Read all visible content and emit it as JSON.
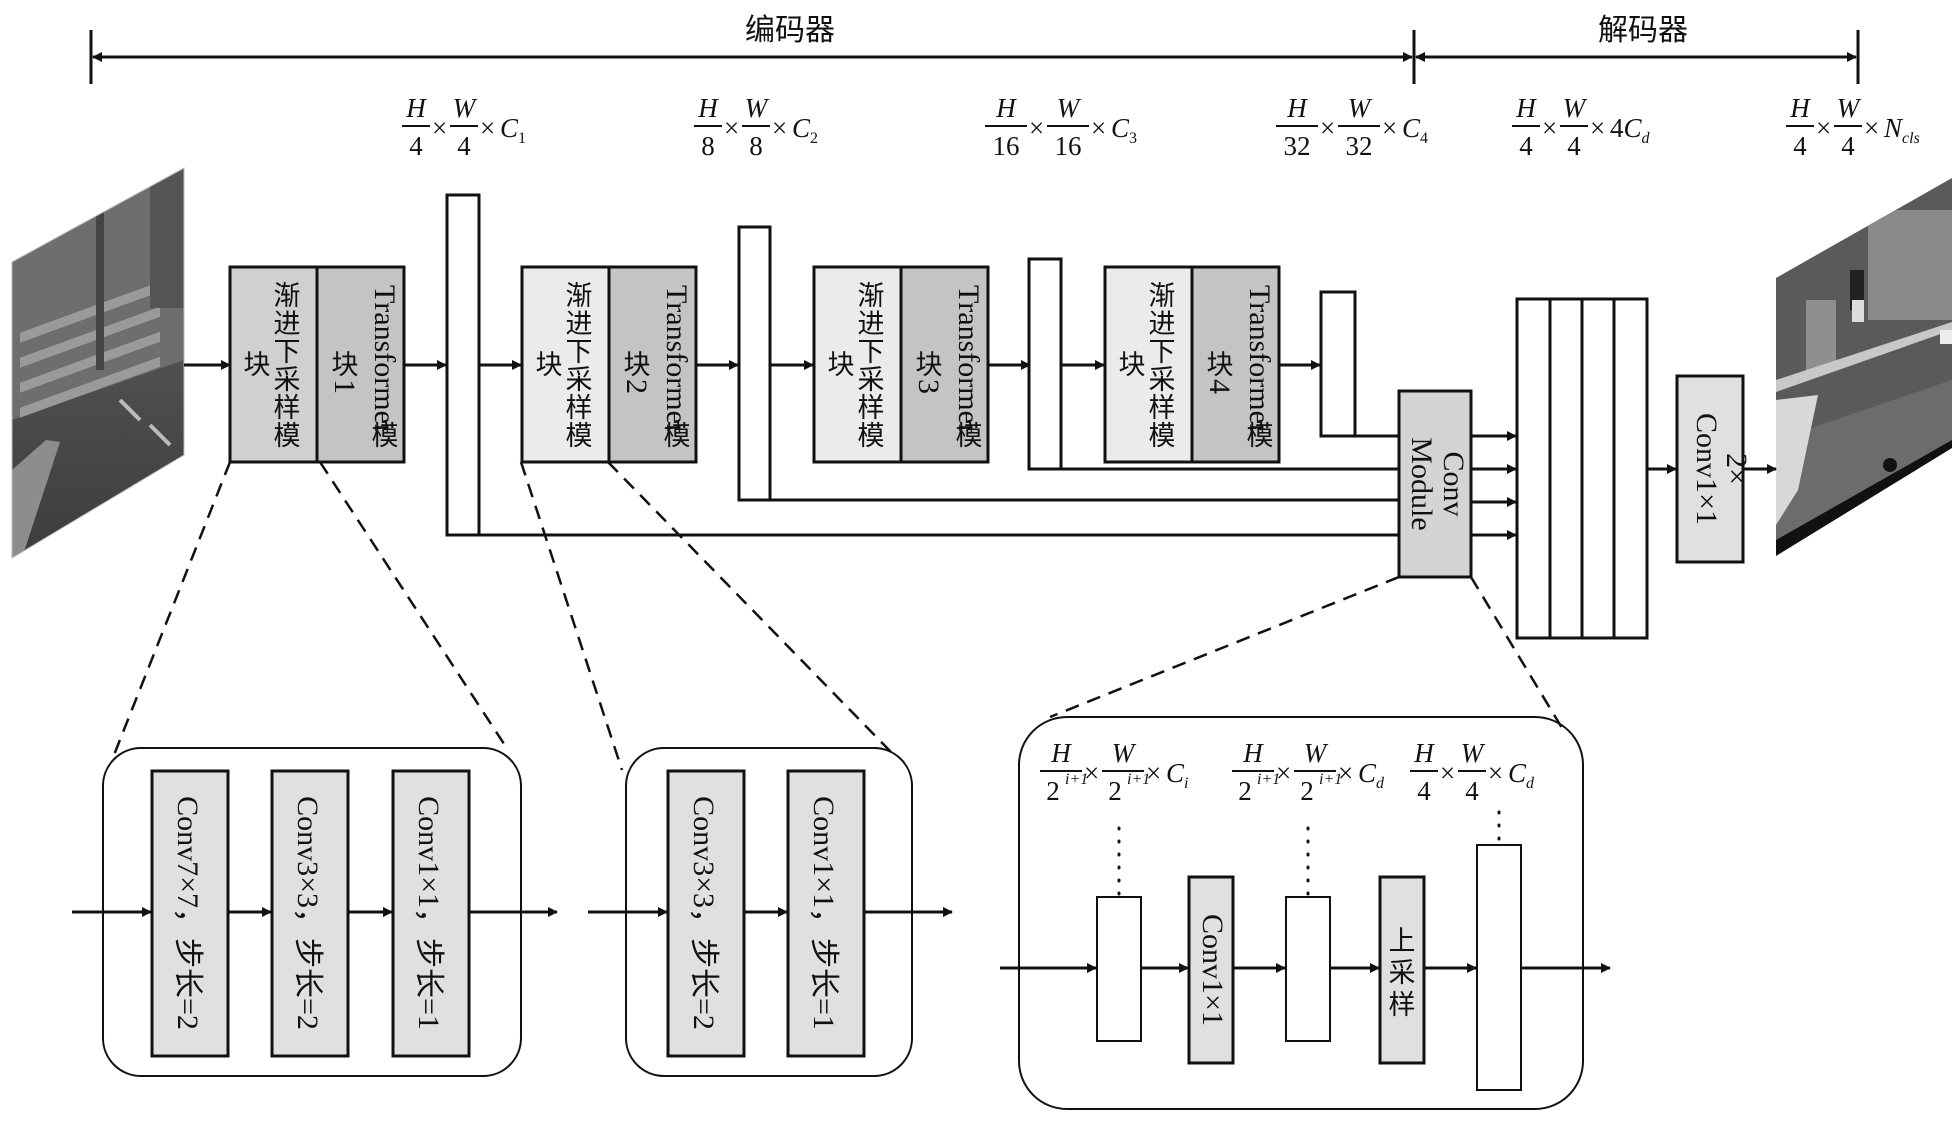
{
  "header": {
    "encoder_label": "编码器",
    "decoder_label": "解码器"
  },
  "dims": [
    {
      "h": "H",
      "hden": "4",
      "w": "W",
      "wden": "4",
      "c": "C",
      "csub": "1",
      "cprefix": ""
    },
    {
      "h": "H",
      "hden": "8",
      "w": "W",
      "wden": "8",
      "c": "C",
      "csub": "2",
      "cprefix": ""
    },
    {
      "h": "H",
      "hden": "16",
      "w": "W",
      "wden": "16",
      "c": "C",
      "csub": "3",
      "cprefix": ""
    },
    {
      "h": "H",
      "hden": "32",
      "w": "W",
      "wden": "32",
      "c": "C",
      "csub": "4",
      "cprefix": ""
    },
    {
      "h": "H",
      "hden": "4",
      "w": "W",
      "wden": "4",
      "c": "C",
      "csub": "d",
      "cprefix": "4"
    },
    {
      "h": "H",
      "hden": "4",
      "w": "W",
      "wden": "4",
      "c": "N",
      "csub": "cls",
      "cprefix": ""
    }
  ],
  "times": "×",
  "stages": [
    {
      "down_line1": "渐进下采样模",
      "down_line2": "块",
      "trans_line1": "Transformer模",
      "trans_line2": "块1"
    },
    {
      "down_line1": "渐进下采样模",
      "down_line2": "块",
      "trans_line1": "Transformer模",
      "trans_line2": "块2"
    },
    {
      "down_line1": "渐进下采样模",
      "down_line2": "块",
      "trans_line1": "Transformer模",
      "trans_line2": "块3"
    },
    {
      "down_line1": "渐进下采样模",
      "down_line2": "块",
      "trans_line1": "Transformer模",
      "trans_line2": "块4"
    }
  ],
  "conv_module": {
    "line1": "Conv",
    "line2": "Module"
  },
  "head": {
    "line1": "2×",
    "line2": "Conv1×1"
  },
  "images": {
    "input": "input-street-image",
    "output": "segmentation-output-image"
  },
  "detail_stage1": {
    "layers": [
      "Conv7×7，步长=2",
      "Conv3×3，步长=2",
      "Conv1×1，步长=1"
    ]
  },
  "detail_stage2": {
    "layers": [
      "Conv3×3，步长=2",
      "Conv1×1，步长=1"
    ]
  },
  "detail_conv_module": {
    "dims": [
      {
        "h": "H",
        "hden": "2",
        "hexp": "i+1",
        "w": "W",
        "wden": "2",
        "wexp": "i+1",
        "c": "C",
        "csub": "i"
      },
      {
        "h": "H",
        "hden": "2",
        "hexp": "i+1",
        "w": "W",
        "wden": "2",
        "wexp": "i+1",
        "c": "C",
        "csub": "d"
      },
      {
        "h": "H",
        "hden": "4",
        "hexp": "",
        "w": "W",
        "wden": "4",
        "wexp": "",
        "c": "C",
        "csub": "d"
      }
    ],
    "conv_label": "Conv1×1",
    "upsample_label": "上采样"
  },
  "colors": {
    "down_stage1": "#d0d0d0",
    "down_other": "#ebebeb",
    "transformer": "#c4c4c4",
    "conv_module": "#d4d4d4",
    "head": "#e0e0e0",
    "detail_layer": "#e0e0e0"
  }
}
